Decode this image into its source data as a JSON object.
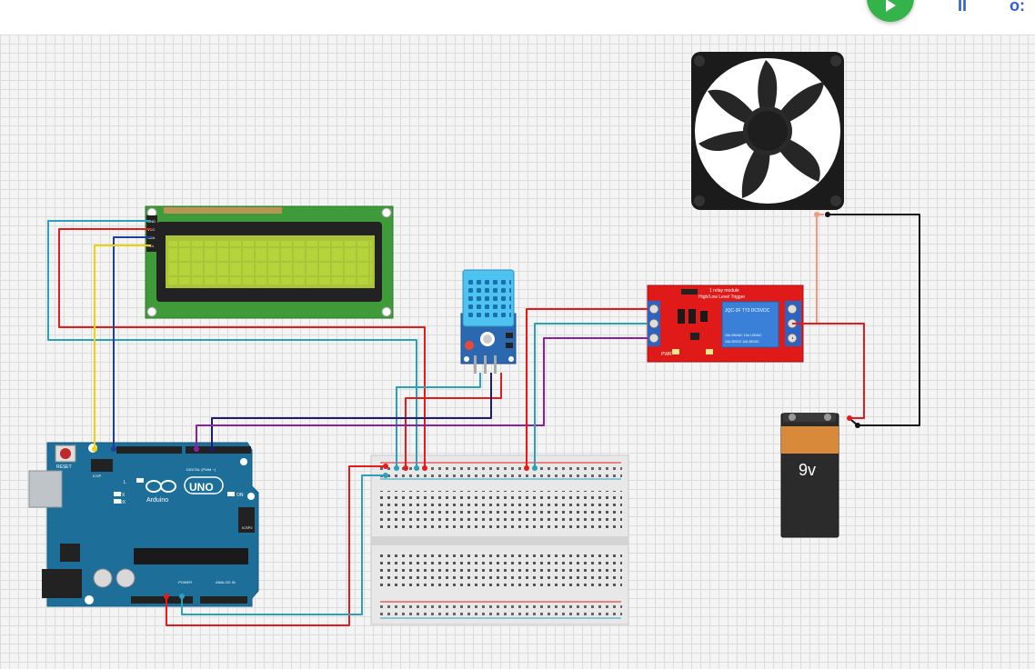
{
  "toolbar": {
    "play_icon": "play-icon",
    "pause_icon": "pause-icon",
    "debug_icon": "debug-icon",
    "pause_glyph": "II",
    "debug_glyph": "o:"
  },
  "arduino": {
    "reset_label": "RESET",
    "brand_label": "Arduino",
    "model_label": "UNO",
    "pin_label_l": "L",
    "pin_label_tx": "TX",
    "pin_label_rx": "RX",
    "pin_label_on": "ON",
    "digital_label": "DIGITAL (PWM ~)",
    "power_label": "POWER",
    "analog_label": "ANALOG IN",
    "icsp_label": "ICSP",
    "icsp2_label": "ICSP2"
  },
  "lcd": {
    "pins": [
      "GND",
      "VCC",
      "SDA",
      "SCL"
    ]
  },
  "relay": {
    "title": "1 relay module",
    "subtitle": "High/Low Level Trigger",
    "coil_text": "JQC-3F  T73  DC5VDC",
    "rating_left": "10A 250VAC 10A 125VAC",
    "rating_right": "10A 30VDC 10A 28VDC",
    "pwr_label": "PWR"
  },
  "battery": {
    "label": "9v"
  },
  "colors": {
    "wire_red": "#e41b1b",
    "wire_teal": "#2aa0bd",
    "wire_blue": "#1f3f9e",
    "wire_yellow": "#f2d200",
    "wire_purple": "#8a1fa0",
    "wire_navy": "#1c1c6e",
    "wire_black": "#111111",
    "wire_salmon": "#f19a7a",
    "arduino_blue": "#1d6f9a",
    "lcd_green": "#3f9a3a",
    "relay_red": "#e01919",
    "sensor_blue": "#2c68b0",
    "accent_green": "#34b34a"
  }
}
